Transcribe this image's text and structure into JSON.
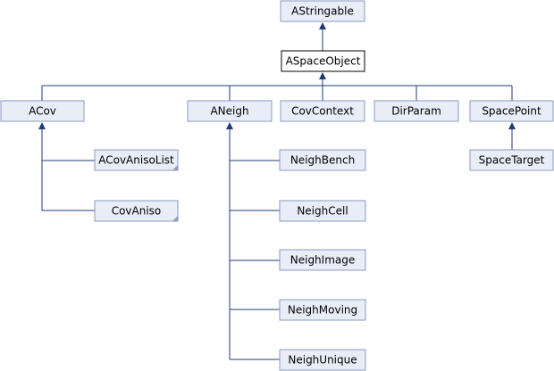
{
  "diagram": {
    "nodes": {
      "astringable": "AStringable",
      "aspaceobject": "ASpaceObject",
      "acov": "ACov",
      "aneigh": "ANeigh",
      "covcontext": "CovContext",
      "dirparam": "DirParam",
      "spacepoint": "SpacePoint",
      "acovanisolist": "ACovAnisoList",
      "covaniso": "CovAniso",
      "spacetarget": "SpaceTarget",
      "neighbench": "NeighBench",
      "neighcell": "NeighCell",
      "neighimage": "NeighImage",
      "neighmoving": "NeighMoving",
      "neighunique": "NeighUnique"
    },
    "colors": {
      "node_fill": "#e8edf7",
      "node_border": "#8a9bbd",
      "current_fill": "#ffffff",
      "current_border": "#000000",
      "edge": "#1f3b75"
    }
  }
}
